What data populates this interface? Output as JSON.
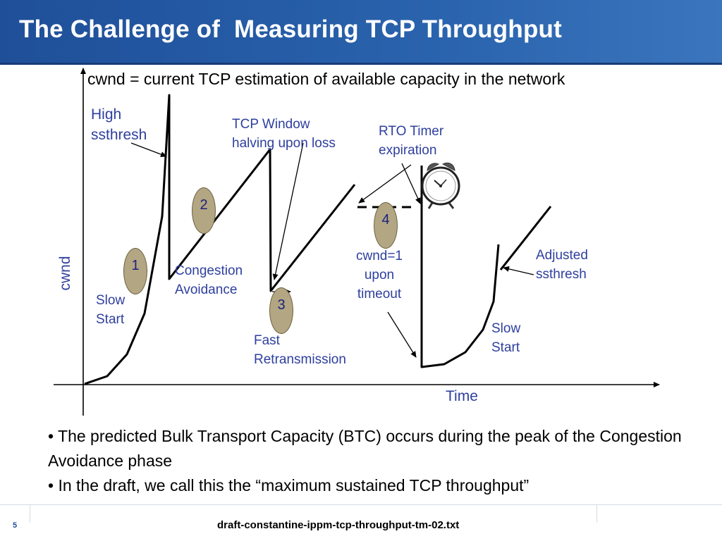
{
  "slide": {
    "title": "The Challenge of  Measuring TCP Throughput",
    "subtitle": "cwnd = current TCP estimation of available capacity in the network"
  },
  "diagram": {
    "y_axis_label": "cwnd",
    "x_axis_label": "Time",
    "labels": {
      "high_ssthresh_1": "High",
      "high_ssthresh_2": "ssthresh",
      "tcp_window_1": "TCP Window",
      "tcp_window_2": "halving upon loss",
      "rto_1": "RTO Timer",
      "rto_2": "expiration",
      "cwnd1_1": "cwnd=1",
      "cwnd1_2": "upon",
      "cwnd1_3": "timeout",
      "adjusted_1": "Adjusted",
      "adjusted_2": "ssthresh",
      "slow_start_a_1": "Slow",
      "slow_start_a_2": "Start",
      "congestion_1": "Congestion",
      "congestion_2": "Avoidance",
      "fast_1": "Fast",
      "fast_2": "Retransmission",
      "slow_start_b_1": "Slow",
      "slow_start_b_2": "Start"
    },
    "phases": [
      "1",
      "2",
      "3",
      "4"
    ],
    "icons": [
      "alarm-clock-icon"
    ],
    "colors": {
      "label_blue": "#2e3f9e",
      "bubble": "#b3a682",
      "title_bar": "#1f4f99"
    }
  },
  "bullets": [
    "•  The predicted Bulk Transport Capacity (BTC) occurs during the peak of the Congestion Avoidance phase",
    "•  In the draft, we call this the “maximum sustained TCP throughput”"
  ],
  "footer": {
    "page_number": "5",
    "text": "draft-constantine-ippm-tcp-throughput-tm-02.txt"
  }
}
